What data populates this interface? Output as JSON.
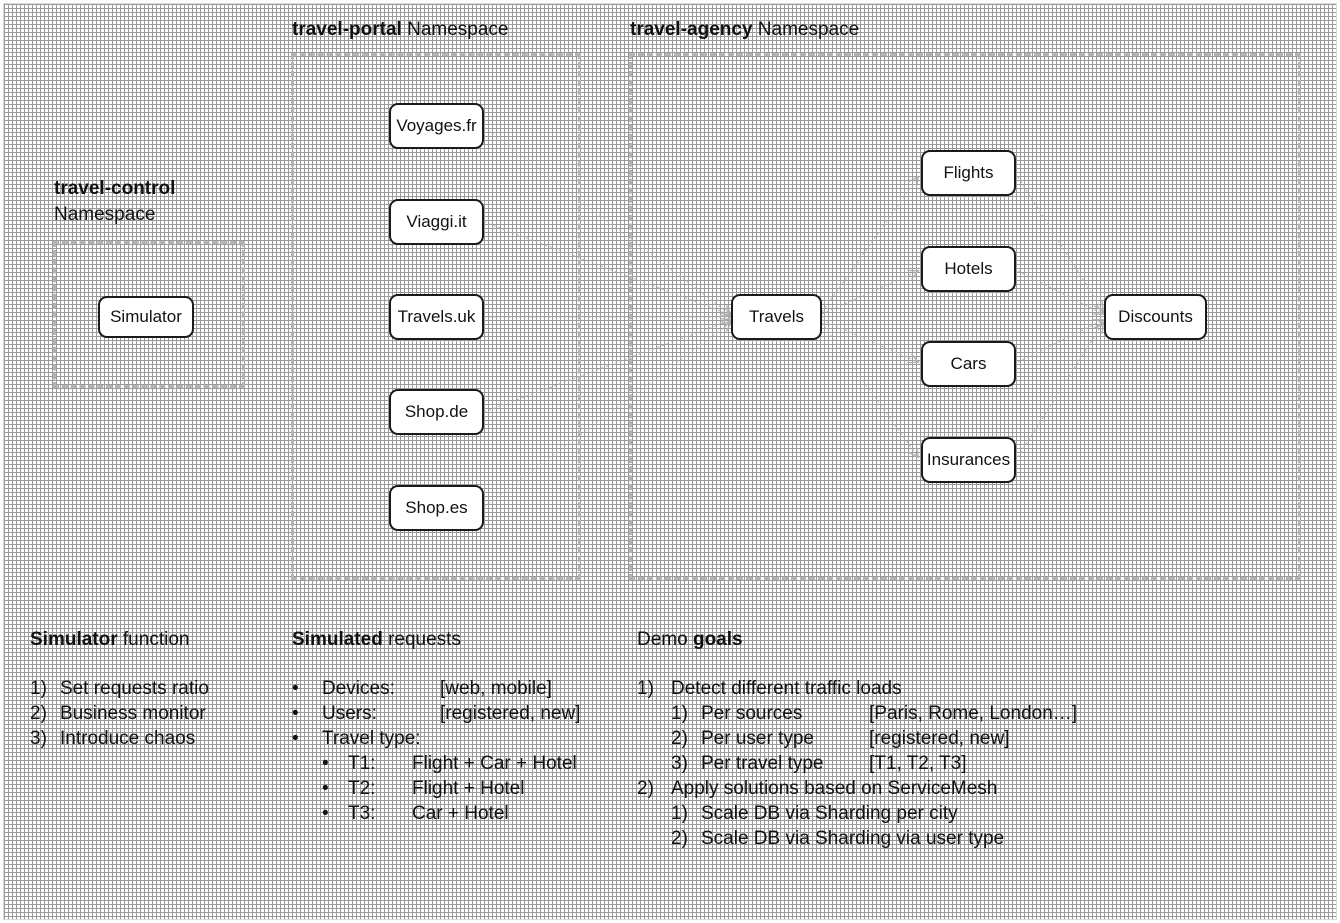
{
  "diagram": {
    "namespaces": [
      {
        "id": "travel-control",
        "name": "travel-control",
        "suffix": "Namespace",
        "caption_layout": "two-line"
      },
      {
        "id": "travel-portal",
        "name": "travel-portal",
        "suffix": "Namespace",
        "caption_layout": "one-line"
      },
      {
        "id": "travel-agency",
        "name": "travel-agency",
        "suffix": "Namespace",
        "caption_layout": "one-line"
      }
    ],
    "nodes": [
      {
        "id": "simulator",
        "label": "Simulator",
        "namespace": "travel-control"
      },
      {
        "id": "voyages-fr",
        "label": "Voyages.fr",
        "namespace": "travel-portal"
      },
      {
        "id": "viaggi-it",
        "label": "Viaggi.it",
        "namespace": "travel-portal"
      },
      {
        "id": "travels-uk",
        "label": "Travels.uk",
        "namespace": "travel-portal"
      },
      {
        "id": "shop-de",
        "label": "Shop.de",
        "namespace": "travel-portal"
      },
      {
        "id": "shop-es",
        "label": "Shop.es",
        "namespace": "travel-portal"
      },
      {
        "id": "travels",
        "label": "Travels",
        "namespace": "travel-agency"
      },
      {
        "id": "flights",
        "label": "Flights",
        "namespace": "travel-agency"
      },
      {
        "id": "hotels",
        "label": "Hotels",
        "namespace": "travel-agency"
      },
      {
        "id": "cars",
        "label": "Cars",
        "namespace": "travel-agency"
      },
      {
        "id": "insurances",
        "label": "Insurances",
        "namespace": "travel-agency"
      },
      {
        "id": "discounts",
        "label": "Discounts",
        "namespace": "travel-agency"
      }
    ],
    "edges": [
      {
        "from": "voyages-fr",
        "to": "travels"
      },
      {
        "from": "viaggi-it",
        "to": "travels"
      },
      {
        "from": "travels-uk",
        "to": "travels"
      },
      {
        "from": "shop-de",
        "to": "travels"
      },
      {
        "from": "shop-es",
        "to": "travels"
      },
      {
        "from": "travels",
        "to": "flights"
      },
      {
        "from": "travels",
        "to": "hotels"
      },
      {
        "from": "travels",
        "to": "cars"
      },
      {
        "from": "travels",
        "to": "insurances"
      },
      {
        "from": "flights",
        "to": "discounts"
      },
      {
        "from": "hotels",
        "to": "discounts"
      },
      {
        "from": "cars",
        "to": "discounts"
      },
      {
        "from": "insurances",
        "to": "discounts"
      }
    ],
    "edge_color": "#b0b0b0",
    "node_border_color": "#1a1a1a",
    "namespace_border_color": "#b3b3b3"
  },
  "simulator_function": {
    "title_bold": "Simulator",
    "title_rest": " function",
    "items": [
      {
        "mark": "1)",
        "text": "Set requests ratio"
      },
      {
        "mark": "2)",
        "text": "Business monitor"
      },
      {
        "mark": "3)",
        "text": "Introduce chaos"
      }
    ]
  },
  "simulated_requests": {
    "title_bold": "Simulated",
    "title_rest": " requests",
    "items": [
      {
        "mark": "•",
        "text": "Devices:",
        "value": "[web, mobile]"
      },
      {
        "mark": "•",
        "text": "Users:",
        "value": "[registered, new]"
      },
      {
        "mark": "•",
        "text": "Travel type:",
        "value": ""
      }
    ],
    "sub_items": [
      {
        "mark": "•",
        "text": "T1:",
        "value": "Flight + Car + Hotel"
      },
      {
        "mark": "•",
        "text": "T2:",
        "value": "Flight + Hotel"
      },
      {
        "mark": "•",
        "text": "T3:",
        "value": "Car + Hotel"
      }
    ]
  },
  "demo_goals": {
    "title_rest": "Demo ",
    "title_bold": "goals",
    "groups": [
      {
        "mark": "1)",
        "text": "Detect different traffic loads",
        "sub_items": [
          {
            "mark": "1)",
            "text": "Per sources",
            "value": "[Paris, Rome, London…]"
          },
          {
            "mark": "2)",
            "text": "Per user type",
            "value": "[registered, new]"
          },
          {
            "mark": "3)",
            "text": "Per travel type",
            "value": "[T1, T2, T3]"
          }
        ]
      },
      {
        "mark": "2)",
        "text": "Apply solutions based on ServiceMesh",
        "sub_items": [
          {
            "mark": "1)",
            "text": "Scale DB via Sharding per city",
            "value": ""
          },
          {
            "mark": "2)",
            "text": "Scale DB via Sharding via user type",
            "value": ""
          }
        ]
      }
    ]
  }
}
